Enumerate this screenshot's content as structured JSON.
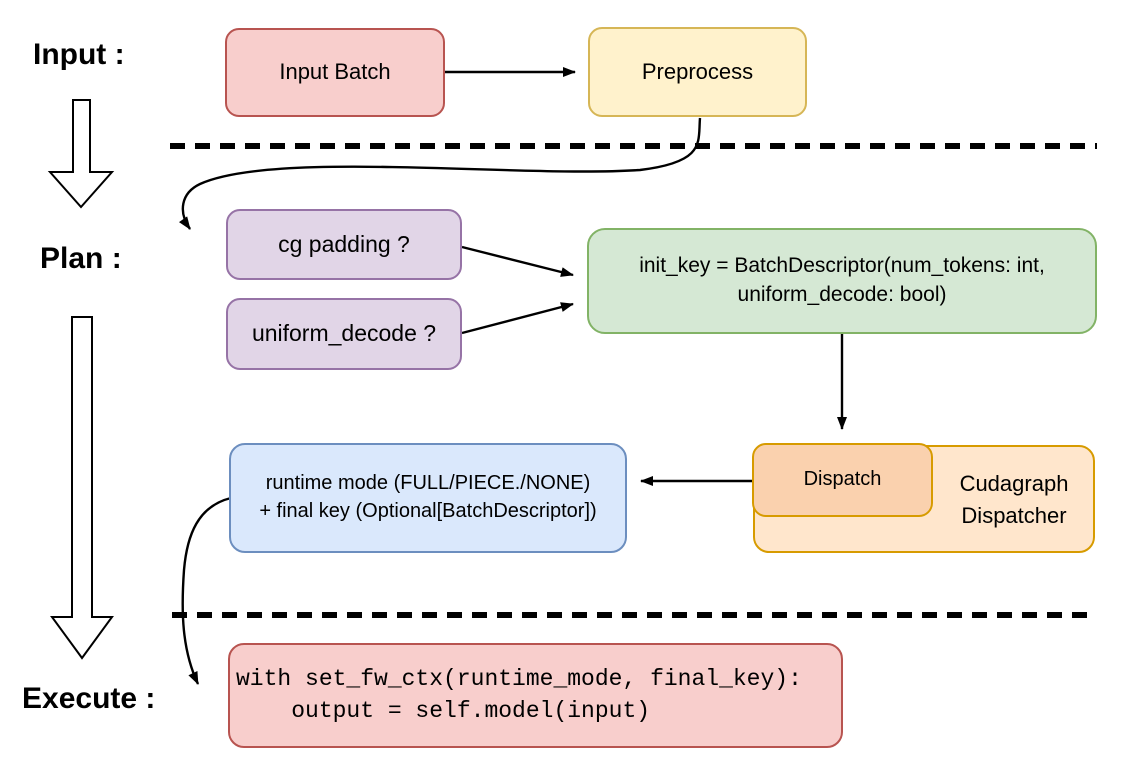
{
  "diagram": {
    "stage_labels": {
      "input": "Input :",
      "plan": "Plan :",
      "execute": "Execute :"
    },
    "nodes": {
      "input_batch": {
        "label": "Input Batch"
      },
      "preprocess": {
        "label": "Preprocess"
      },
      "cg_padding": {
        "label": "cg padding ?"
      },
      "uniform_decode": {
        "label": "uniform_decode ?"
      },
      "init_key": {
        "line1": "init_key = BatchDescriptor(num_tokens: int,",
        "line2": "uniform_decode: bool)"
      },
      "dispatch": {
        "label": "Dispatch"
      },
      "cudagraph_dispatcher": {
        "line1": "Cudagraph",
        "line2": "Dispatcher"
      },
      "runtime_mode": {
        "line1": "runtime mode (FULL/PIECE./NONE)",
        "line2": "+ final key (Optional[BatchDescriptor])"
      },
      "execute_code": {
        "line1": "with set_fw_ctx(runtime_mode, final_key):",
        "line2": "    output = self.model(input)"
      }
    },
    "colors": {
      "pink_fill": "#F8CECC",
      "pink_stroke": "#B85450",
      "yellow_fill": "#FFF2CC",
      "yellow_stroke": "#D6B656",
      "purple_fill": "#E1D5E7",
      "purple_stroke": "#9673A6",
      "green_fill": "#D5E8D4",
      "green_stroke": "#82B366",
      "orange_outer_fill": "#FFE6CC",
      "orange_inner_fill": "#FAD1AE",
      "orange_stroke": "#D79B00",
      "blue_fill": "#DAE8FC",
      "blue_stroke": "#6C8EBF"
    }
  }
}
